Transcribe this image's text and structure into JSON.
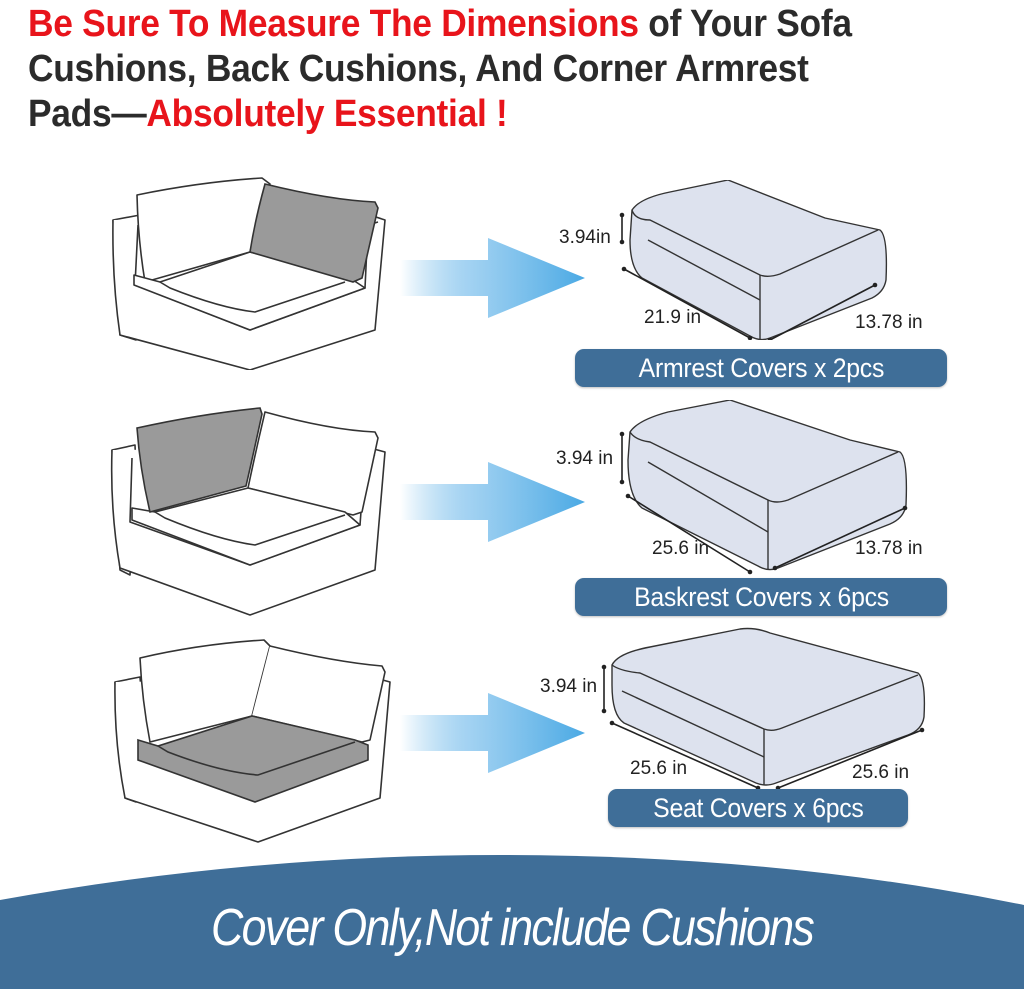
{
  "headline": {
    "part1_red": "Be Sure To Measure The Dimensions",
    "part1_dark": " of Your Sofa",
    "line2": "Cushions, Back Cushions, And Corner Armrest",
    "line3_dark": "Pads—",
    "line3_red": "Absolutely Essential !",
    "colors": {
      "red": "#e8141b",
      "dark": "#2b2b2b"
    }
  },
  "rows": [
    {
      "highlight": "right-back-cushion",
      "height": "3.94in",
      "length": "21.9 in",
      "width": "13.78 in",
      "label": "Armrest Covers  x  2pcs"
    },
    {
      "highlight": "left-back-cushion",
      "height": "3.94 in",
      "length": "25.6 in",
      "width": "13.78 in",
      "label": "Baskrest Covers  x  6pcs"
    },
    {
      "highlight": "seat-cushion",
      "height": "3.94 in",
      "length": "25.6 in",
      "width": "25.6 in",
      "label": "Seat Covers  x  6pcs"
    }
  ],
  "footer": {
    "text": "Cover Only,Not include Cushions",
    "color": "#3f6e98"
  },
  "colors": {
    "pill": "#3f6e98",
    "highlight_gray": "#9a9a9a",
    "cushion_fill": "#dde2ee",
    "arrow": "#5bb0e6"
  }
}
